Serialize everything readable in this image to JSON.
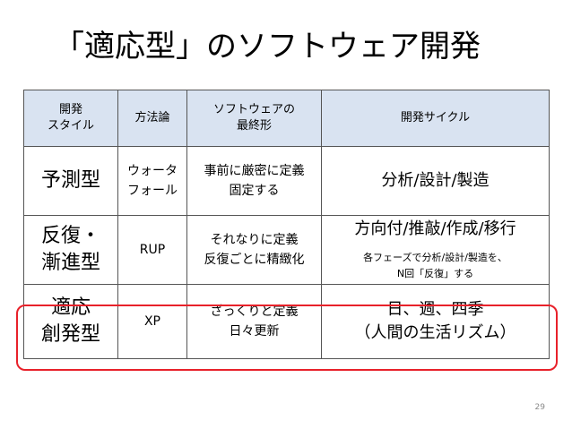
{
  "title": "「適応型」のソフトウェア開発",
  "table": {
    "headers": {
      "style": "開発\nスタイル",
      "method": "方法論",
      "form": "ソフトウェアの\n最終形",
      "cycle": "開発サイクル"
    },
    "rows": [
      {
        "style": "予測型",
        "method": "ウォータ\nフォール",
        "form": "事前に厳密に定義\n固定する",
        "cycle": "分析/設計/製造",
        "cycle_note": ""
      },
      {
        "style": "反復・\n漸進型",
        "method": "RUP",
        "form": "それなりに定義\n反復ごとに精緻化",
        "cycle": "方向付/推敲/作成/移行",
        "cycle_note": "各フェーズで分析/設計/製造を、\nN回「反復」する"
      },
      {
        "style": "適応\n創発型",
        "method": "XP",
        "form": "ざっくりと定義\n日々更新",
        "cycle": "日、週、四季\n（人間の生活リズム）",
        "cycle_note": ""
      }
    ]
  },
  "highlight_color": "#e8212a",
  "header_color": "#d9e3f1",
  "page_number": "29"
}
